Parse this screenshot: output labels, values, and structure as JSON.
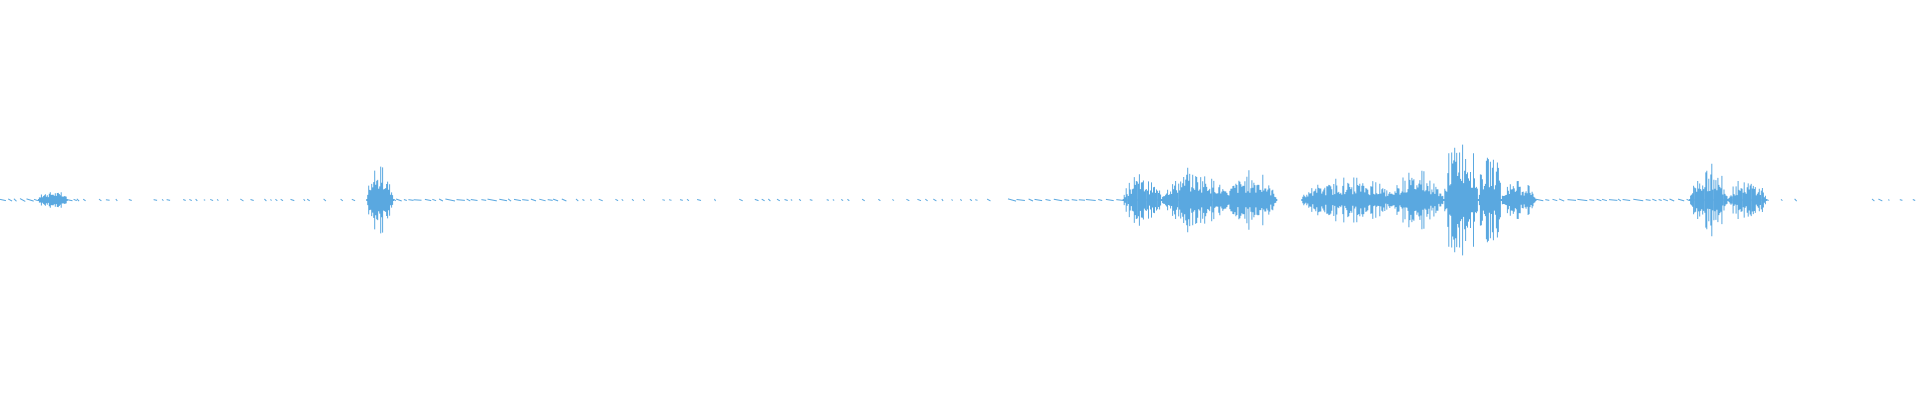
{
  "waveform": {
    "color": "#5aa8e0",
    "background": "#ffffff",
    "segments": [
      {
        "start": 0.0,
        "end": 0.04,
        "level": 0.03,
        "kind": "dashed"
      },
      {
        "start": 0.02,
        "end": 0.035,
        "level": 0.05,
        "kind": "burst"
      },
      {
        "start": 0.04,
        "end": 0.075,
        "level": 0.02,
        "kind": "dotted"
      },
      {
        "start": 0.08,
        "end": 0.16,
        "level": 0.02,
        "kind": "dotted"
      },
      {
        "start": 0.16,
        "end": 0.19,
        "level": 0.02,
        "kind": "dotted"
      },
      {
        "start": 0.191,
        "end": 0.205,
        "level": 0.18,
        "kind": "burst"
      },
      {
        "start": 0.205,
        "end": 0.295,
        "level": 0.02,
        "kind": "dashed"
      },
      {
        "start": 0.3,
        "end": 0.34,
        "level": 0.02,
        "kind": "dotted"
      },
      {
        "start": 0.345,
        "end": 0.375,
        "level": 0.02,
        "kind": "dotted"
      },
      {
        "start": 0.385,
        "end": 0.52,
        "level": 0.02,
        "kind": "dotted"
      },
      {
        "start": 0.525,
        "end": 0.585,
        "level": 0.02,
        "kind": "dashed"
      },
      {
        "start": 0.585,
        "end": 0.605,
        "level": 0.14,
        "kind": "burst"
      },
      {
        "start": 0.605,
        "end": 0.64,
        "level": 0.18,
        "kind": "burst"
      },
      {
        "start": 0.638,
        "end": 0.665,
        "level": 0.16,
        "kind": "burst"
      },
      {
        "start": 0.678,
        "end": 0.728,
        "level": 0.12,
        "kind": "burst"
      },
      {
        "start": 0.725,
        "end": 0.752,
        "level": 0.16,
        "kind": "burst"
      },
      {
        "start": 0.752,
        "end": 0.77,
        "level": 0.42,
        "kind": "burst"
      },
      {
        "start": 0.77,
        "end": 0.782,
        "level": 0.3,
        "kind": "burst"
      },
      {
        "start": 0.782,
        "end": 0.8,
        "level": 0.1,
        "kind": "burst"
      },
      {
        "start": 0.8,
        "end": 0.88,
        "level": 0.02,
        "kind": "dashed"
      },
      {
        "start": 0.88,
        "end": 0.9,
        "level": 0.2,
        "kind": "burst"
      },
      {
        "start": 0.9,
        "end": 0.92,
        "level": 0.12,
        "kind": "burst"
      },
      {
        "start": 0.92,
        "end": 0.94,
        "level": 0.02,
        "kind": "dotted"
      },
      {
        "start": 0.975,
        "end": 1.0,
        "level": 0.02,
        "kind": "dotted"
      }
    ]
  }
}
